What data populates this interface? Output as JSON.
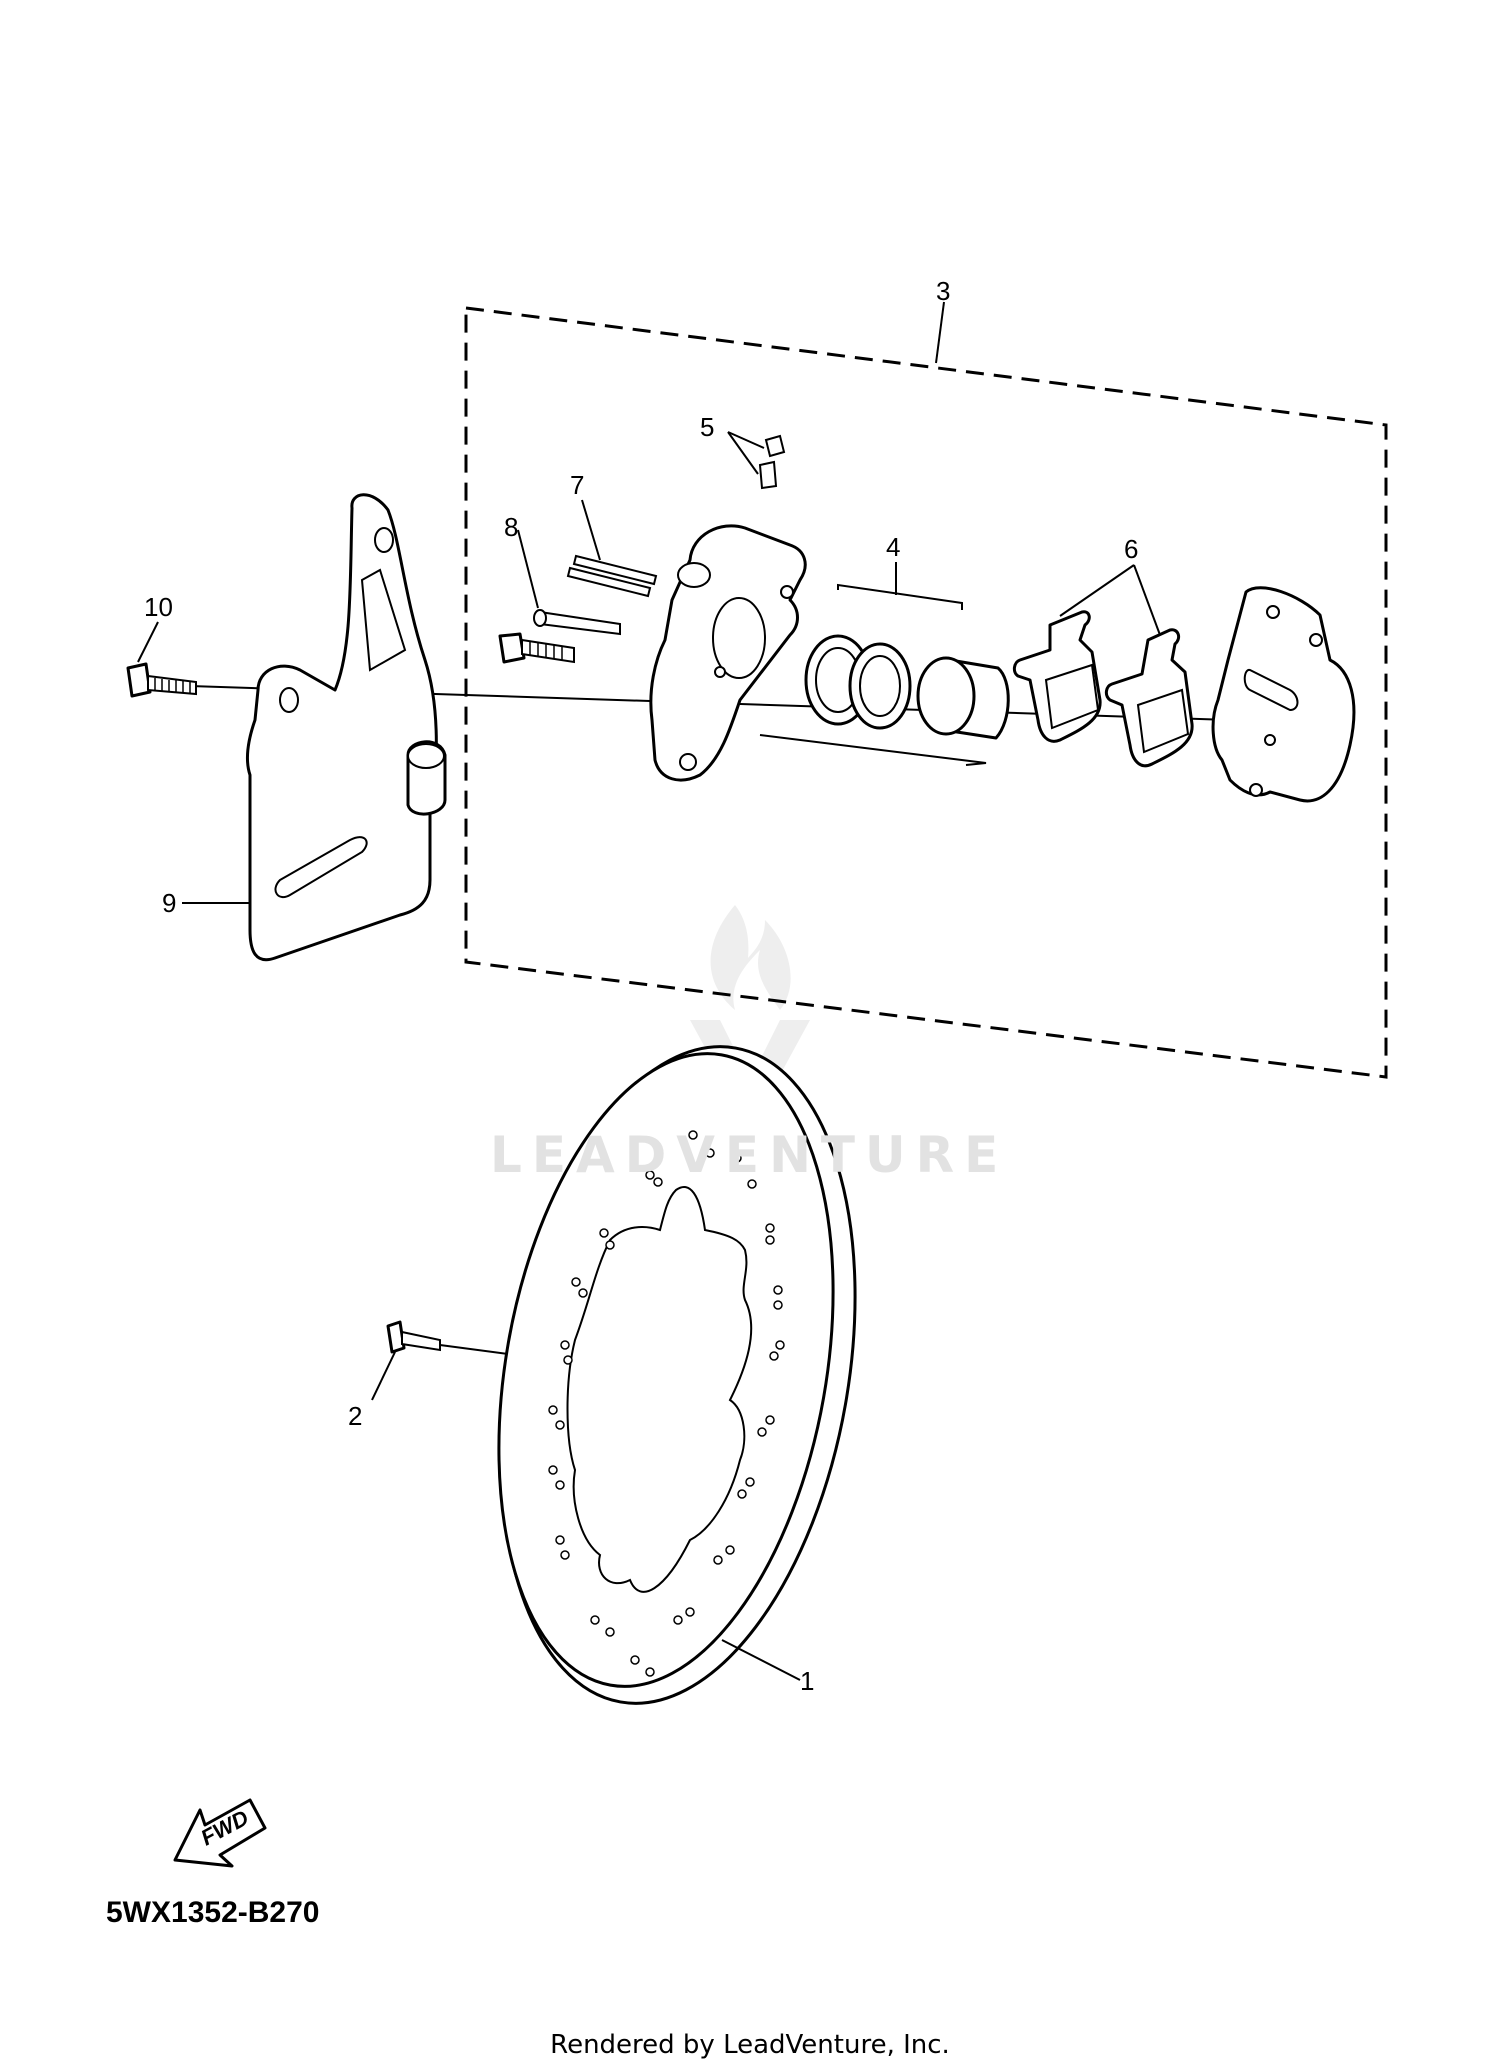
{
  "diagram": {
    "code": "5WX1352-B270",
    "credit": "Rendered by LeadVenture, Inc.",
    "watermark": "LEADVENTURE",
    "direction_arrow": "FWD",
    "callouts": {
      "c1": "1",
      "c2": "2",
      "c3": "3",
      "c4": "4",
      "c5": "5",
      "c6": "6",
      "c7": "7",
      "c8": "8",
      "c9": "9",
      "c10": "10"
    },
    "icons": [
      "leadventure-logo-watermark",
      "fwd-arrow-icon"
    ],
    "colors": {
      "ink": "#000000",
      "watermark": "#e2e2e2",
      "background": "#ffffff"
    }
  }
}
